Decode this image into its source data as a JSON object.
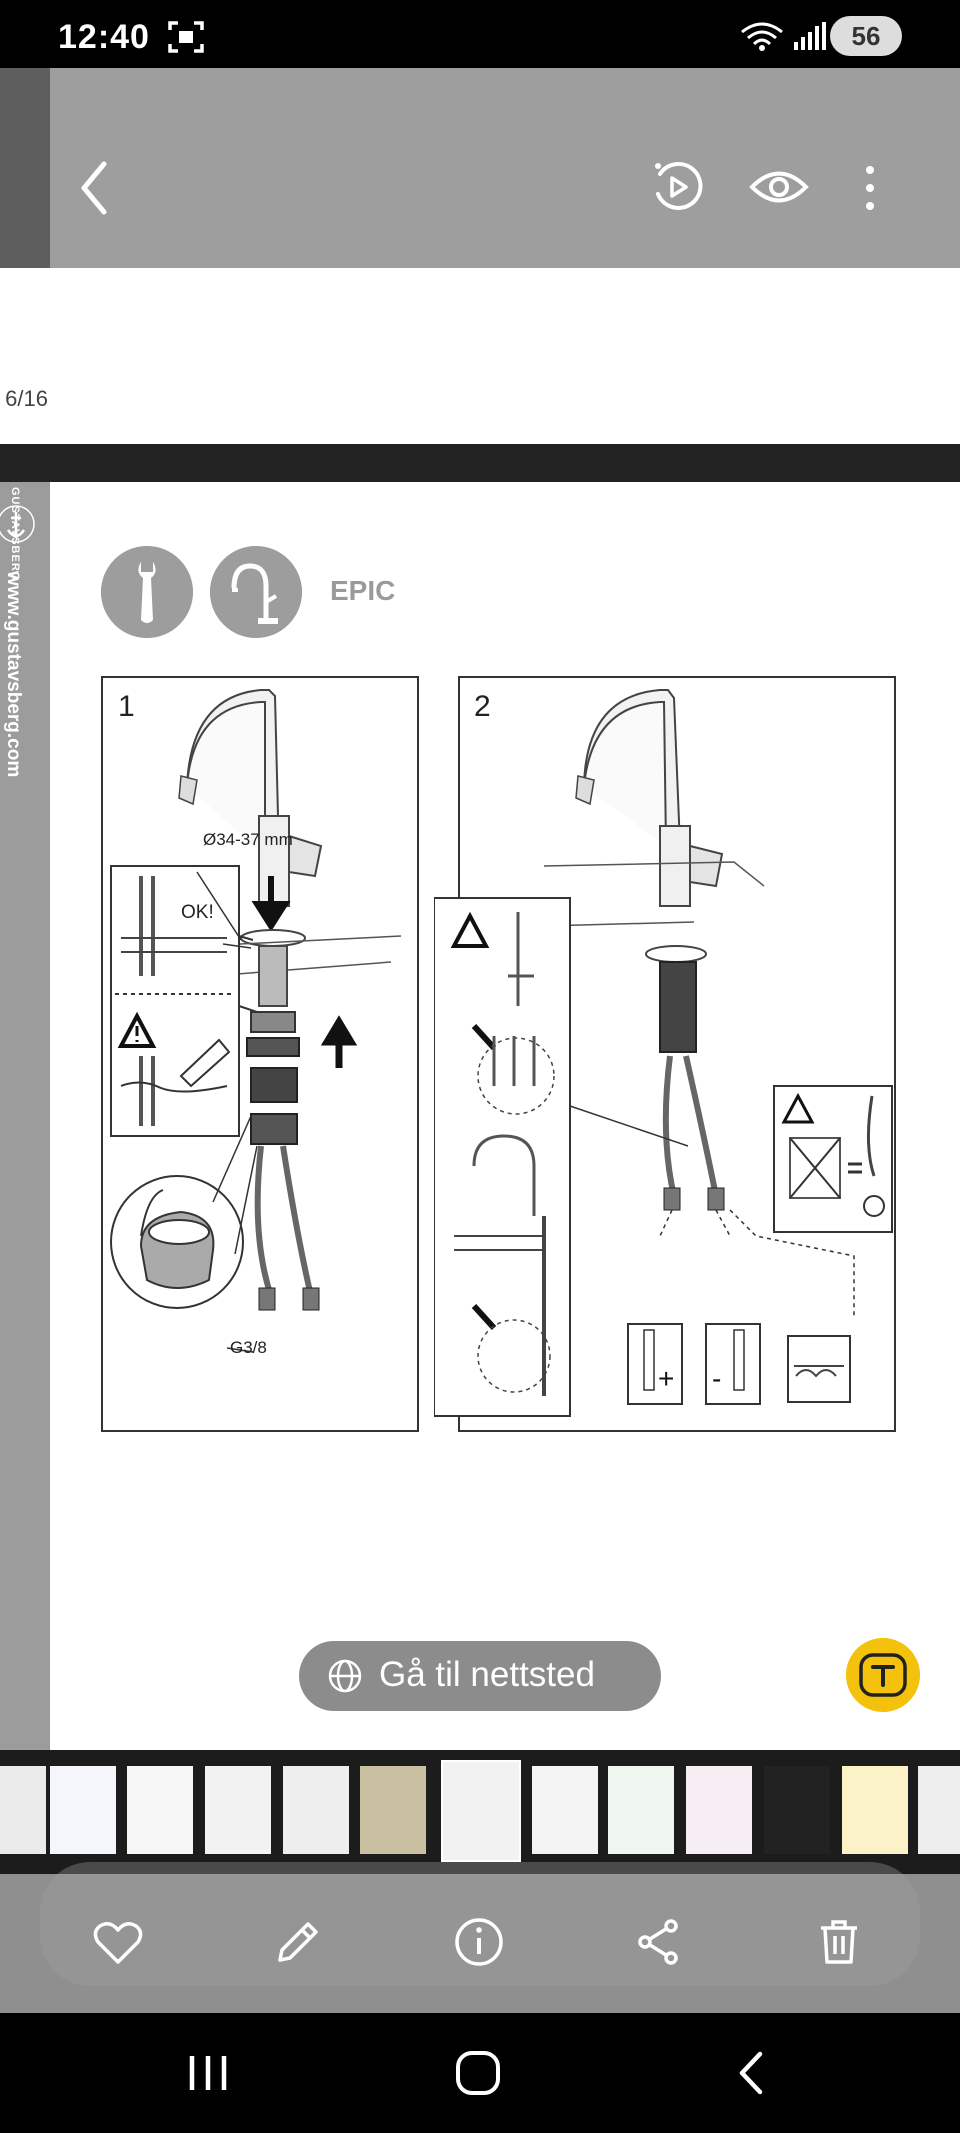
{
  "status_bar": {
    "time": "12:40",
    "battery": "56"
  },
  "viewer": {
    "page_number": "6/16",
    "side_brand": "GUSTAVSBERG",
    "side_url": "www.gustavsberg.com",
    "product_label": "EPIC",
    "panels": [
      {
        "number": "1",
        "diameter_note": "Ø34-37 mm",
        "ok_note": "OK!",
        "thread_note": "G3/8"
      },
      {
        "number": "2"
      }
    ],
    "website_button": "Gå til nettsted"
  },
  "actions": {
    "favorite": "heart-icon",
    "edit": "pencil-icon",
    "info": "info-icon",
    "share": "share-icon",
    "delete": "trash-icon"
  },
  "colors": {
    "accent_yellow": "#f4c20d",
    "toolbar_gray": "#9e9e9e"
  }
}
